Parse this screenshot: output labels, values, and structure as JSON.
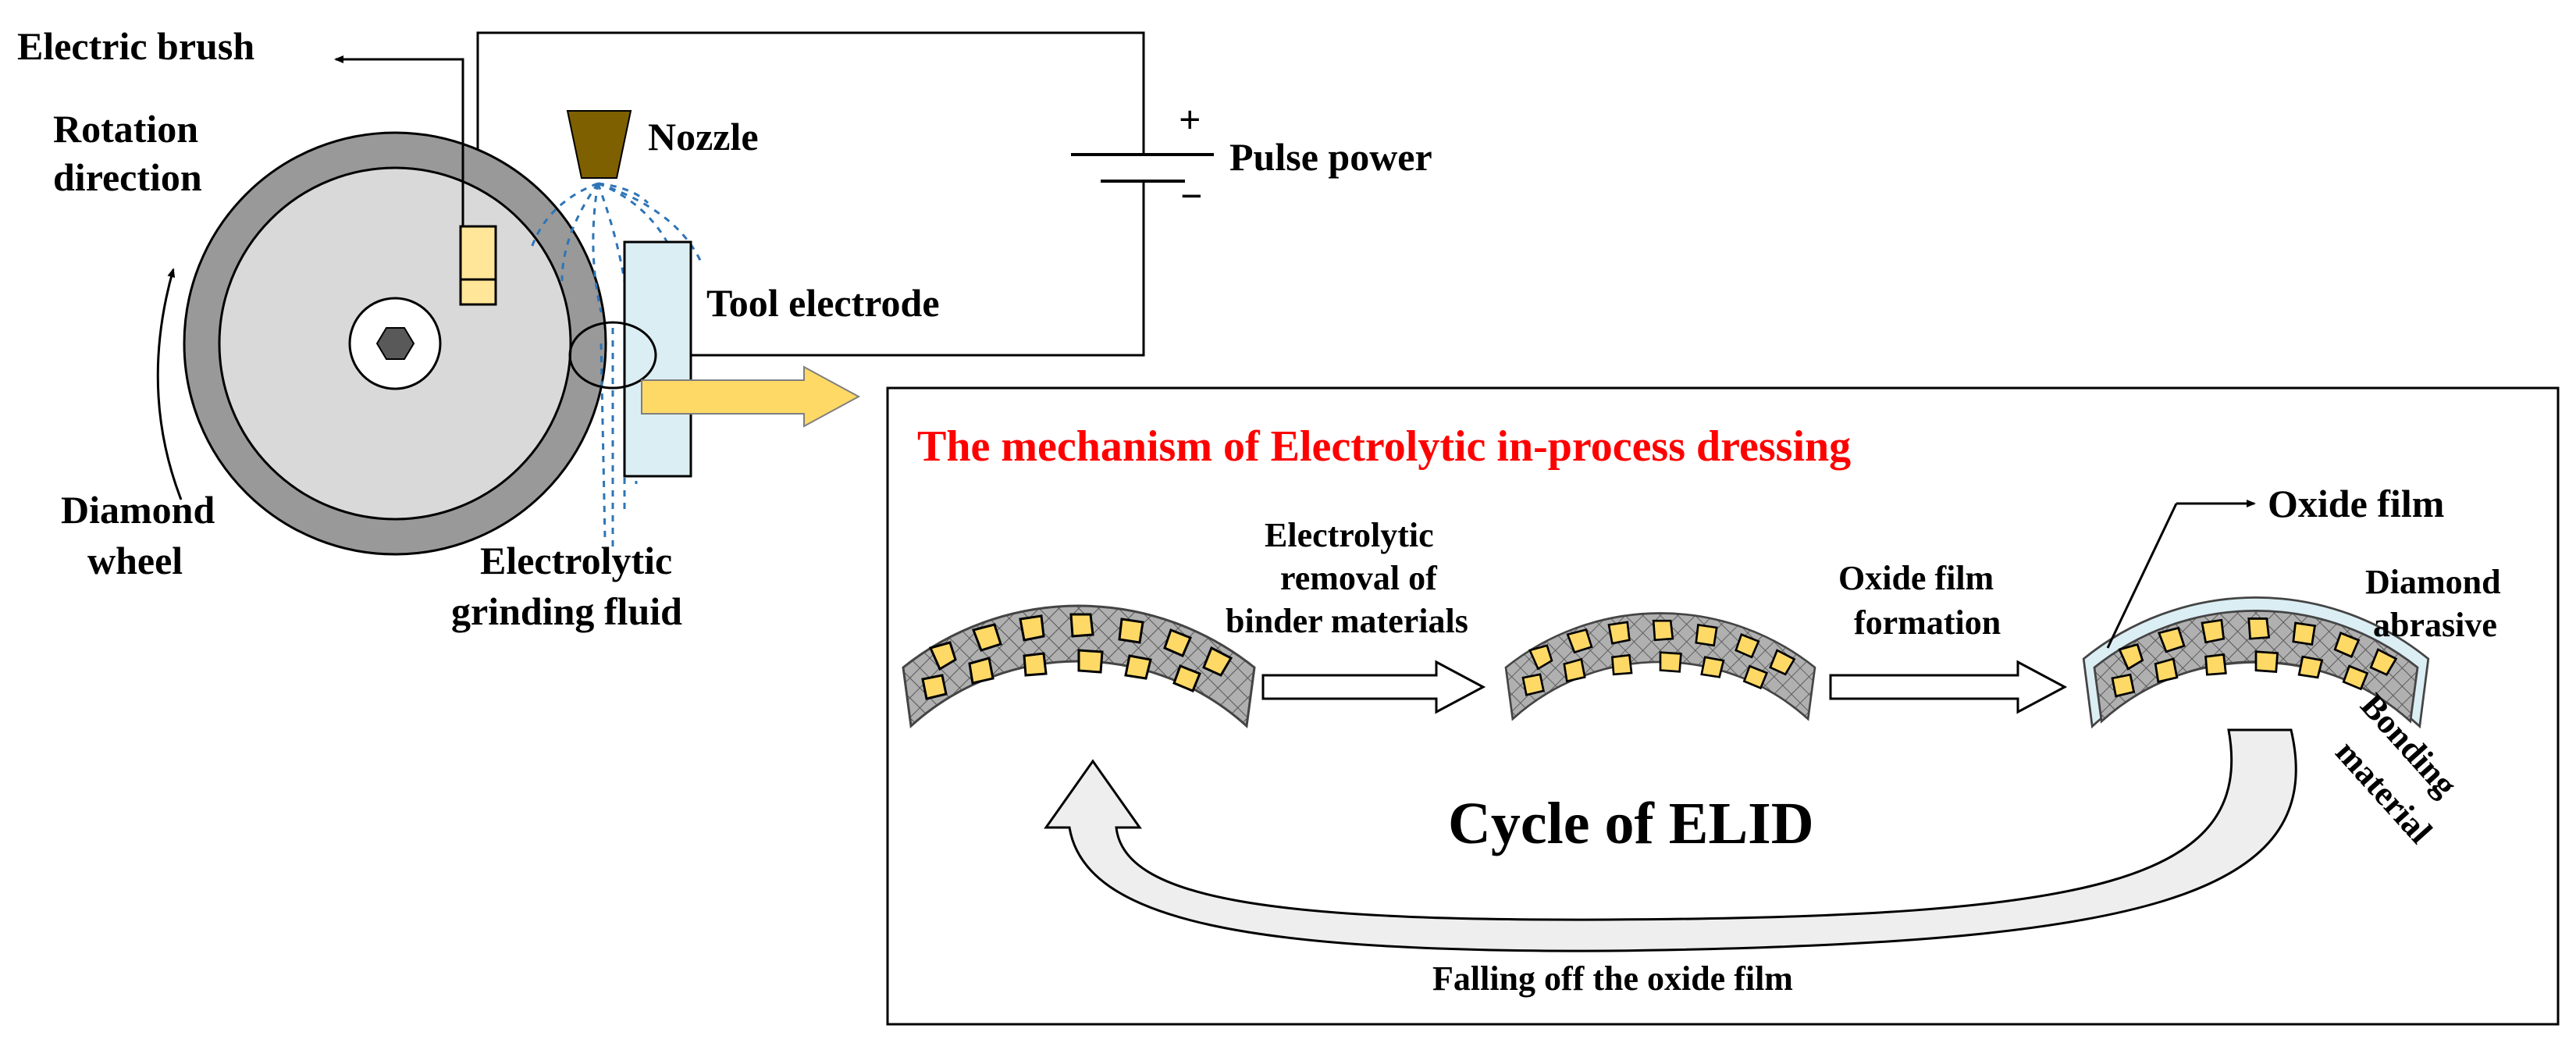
{
  "labels": {
    "electric_brush": "Electric brush",
    "rotation_direction_1": "Rotation",
    "rotation_direction_2": "direction",
    "nozzle": "Nozzle",
    "pulse_power": "Pulse power",
    "plus": "+",
    "minus": "−",
    "tool_electrode": "Tool electrode",
    "diamond_wheel_1": "Diamond",
    "diamond_wheel_2": "wheel",
    "fluid_1": "Electrolytic",
    "fluid_2": "grinding fluid"
  },
  "mechanism": {
    "title": "The mechanism of Electrolytic in-process dressing",
    "step1_1": "Electrolytic",
    "step1_2": "removal of",
    "step1_3": "binder materials",
    "step2_1": "Oxide film",
    "step2_2": "formation",
    "oxide_film": "Oxide film",
    "diamond_abrasive_1": "Diamond",
    "diamond_abrasive_2": "abrasive",
    "bonding_1": "Bonding",
    "bonding_2": "material",
    "cycle": "Cycle of ELID",
    "falling_off": "Falling off the oxide film"
  },
  "colors": {
    "wheel_outer": "#999999",
    "wheel_inner": "#d9d9d9",
    "nozzle": "#7f6000",
    "electrode": "#dbeef4",
    "brush": "#ffe699",
    "big_arrow": "#ffd966",
    "abrasive": "#ffd966",
    "title": "#ff0000",
    "fluid": "#2e75b6"
  }
}
